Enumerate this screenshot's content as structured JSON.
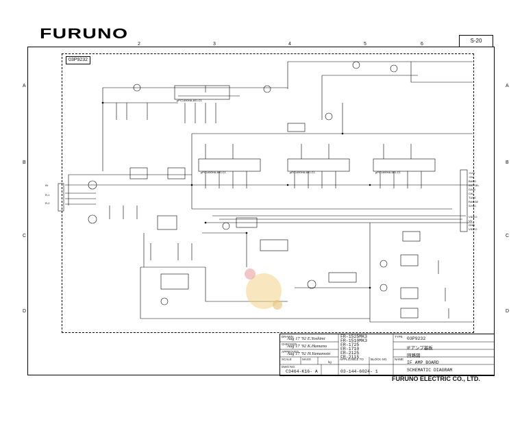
{
  "brand": "FURUNO",
  "page_number": "S-20",
  "drawing_ref": "03P9232",
  "column_markers": [
    "2",
    "3",
    "4",
    "5",
    "6"
  ],
  "row_markers": [
    "A",
    "B",
    "C",
    "D"
  ],
  "ic_labels": [
    "μPC1490HA-601-C1",
    "μPC1490HA-601-C1",
    "μPC1490HA-601-C1",
    "μPC1490HA-601-C1"
  ],
  "connector_labels": [
    "+12V",
    "+5V",
    "BAND",
    "ANTSEL",
    "IN",
    "R-1",
    "R-2",
    "GAIN",
    "CAL",
    "TUNE",
    "RANGE",
    "SYNC",
    "VIDEO",
    "VD",
    "GND",
    "VIDEO"
  ],
  "title_block": {
    "drawn_label": "DRAWN",
    "checked_label": "CHECKED",
    "approved_label": "APPROVED",
    "scale_label": "SCALE",
    "mass_label": "MASS",
    "dwg_no_label": "DWG NO.",
    "applicable_label": "APPLICABLE TO",
    "block_label": "BLOCK NO.",
    "name_label": "NAME",
    "type_label": "TYPE",
    "mass_unit": "kg",
    "signatures": [
      "Aug 17 '92 E.Yoshimi",
      "Aug 17 '92 K.Hamano",
      "Aug 17 '92 H.Yamamoto"
    ],
    "models": [
      "FR-1525MK3",
      "FR-1510MK3",
      "FR-1725",
      "FR-1710",
      "FR-2125",
      "FR-2115"
    ],
    "type_value": "03P9232",
    "name_jp": "IFアンプ基板",
    "circuit_jp": "回路図",
    "name_en_1": "IF AMP BOARD",
    "name_en_2": "SCHEMATIC DIAGRAM",
    "dwg_no": "C3464-K16- A",
    "part_no": "03-144-6024- 1"
  },
  "company": "FURUNO ELECTRIC CO., LTD."
}
